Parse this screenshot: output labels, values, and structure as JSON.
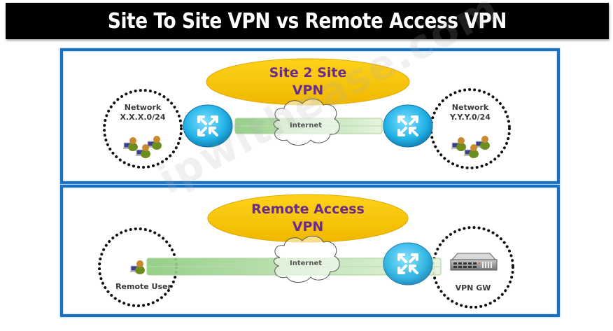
{
  "title": "Site To Site VPN vs Remote Access VPN",
  "watermark": "ipwithease.com",
  "site_to_site": {
    "oval_line1": "Site 2 Site",
    "oval_line2": "VPN",
    "left_network": {
      "line1": "Network",
      "line2": "X.X.X.0/24"
    },
    "right_network": {
      "line1": "Network",
      "line2": "Y.Y.Y.0/24"
    },
    "tunnel_label": "Internet"
  },
  "remote_access": {
    "oval_line1": "Remote Access",
    "oval_line2": "VPN",
    "left_label": "Remote User",
    "right_label": "VPN GW",
    "tunnel_label": "Internet"
  },
  "colors": {
    "panel_border": "#1a6fc0",
    "oval_fill": "#f5c400",
    "oval_text": "#6a2c8a",
    "router_fill": "#29b8e8",
    "tunnel_fill": "#a8d89a"
  }
}
